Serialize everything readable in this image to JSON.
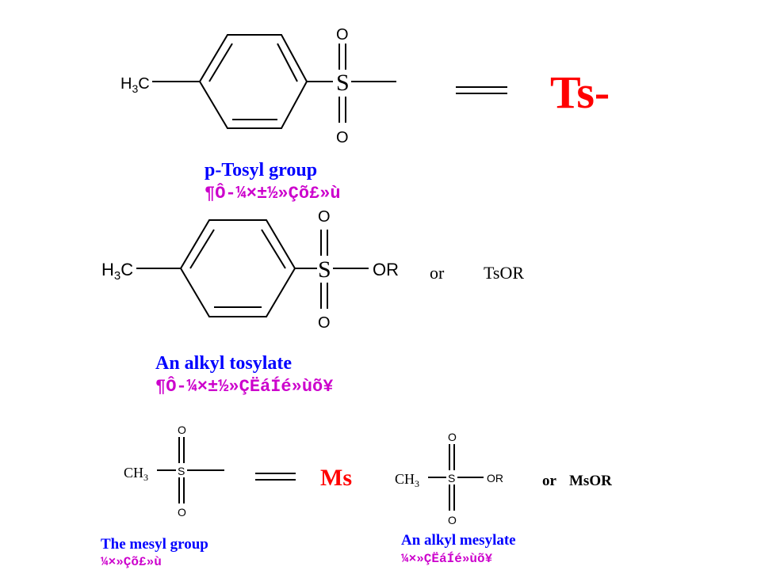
{
  "colors": {
    "blue": "#0000ff",
    "red": "#ff0000",
    "magenta": "#cc00cc"
  },
  "tosyl": {
    "ch3": [
      "H",
      "3",
      "C"
    ],
    "s": "S",
    "o_top": "O",
    "o_bottom": "O",
    "abbr": "Ts-",
    "name": "p-Tosyl group",
    "name_cn": "¶Ô-¼×±½»Çõ£»ù"
  },
  "alkyl_tosylate": {
    "ch3": [
      "H",
      "3",
      "C"
    ],
    "s": "S",
    "o_top": "O",
    "o_bottom": "O",
    "or_group": "OR",
    "or_word": "or",
    "abbr": "TsOR",
    "name": "An alkyl tosylate",
    "name_cn": "¶Ô-¼×±½»ÇËáÍé»ùõ¥"
  },
  "mesyl": {
    "ch3": [
      "CH",
      "3"
    ],
    "s": "S",
    "o_top": "O",
    "o_bottom": "O",
    "abbr": "Ms",
    "name": "The mesyl group",
    "name_cn": "¼×»Çõ£»ù"
  },
  "alkyl_mesylate": {
    "ch3": [
      "CH",
      "3"
    ],
    "s": "S",
    "o_top": "O",
    "o_bottom": "O",
    "or_group": "OR",
    "or_word": "or",
    "abbr": "MsOR",
    "name": "An alkyl mesylate",
    "name_cn": "¼×»ÇËáÍé»ùõ¥"
  }
}
